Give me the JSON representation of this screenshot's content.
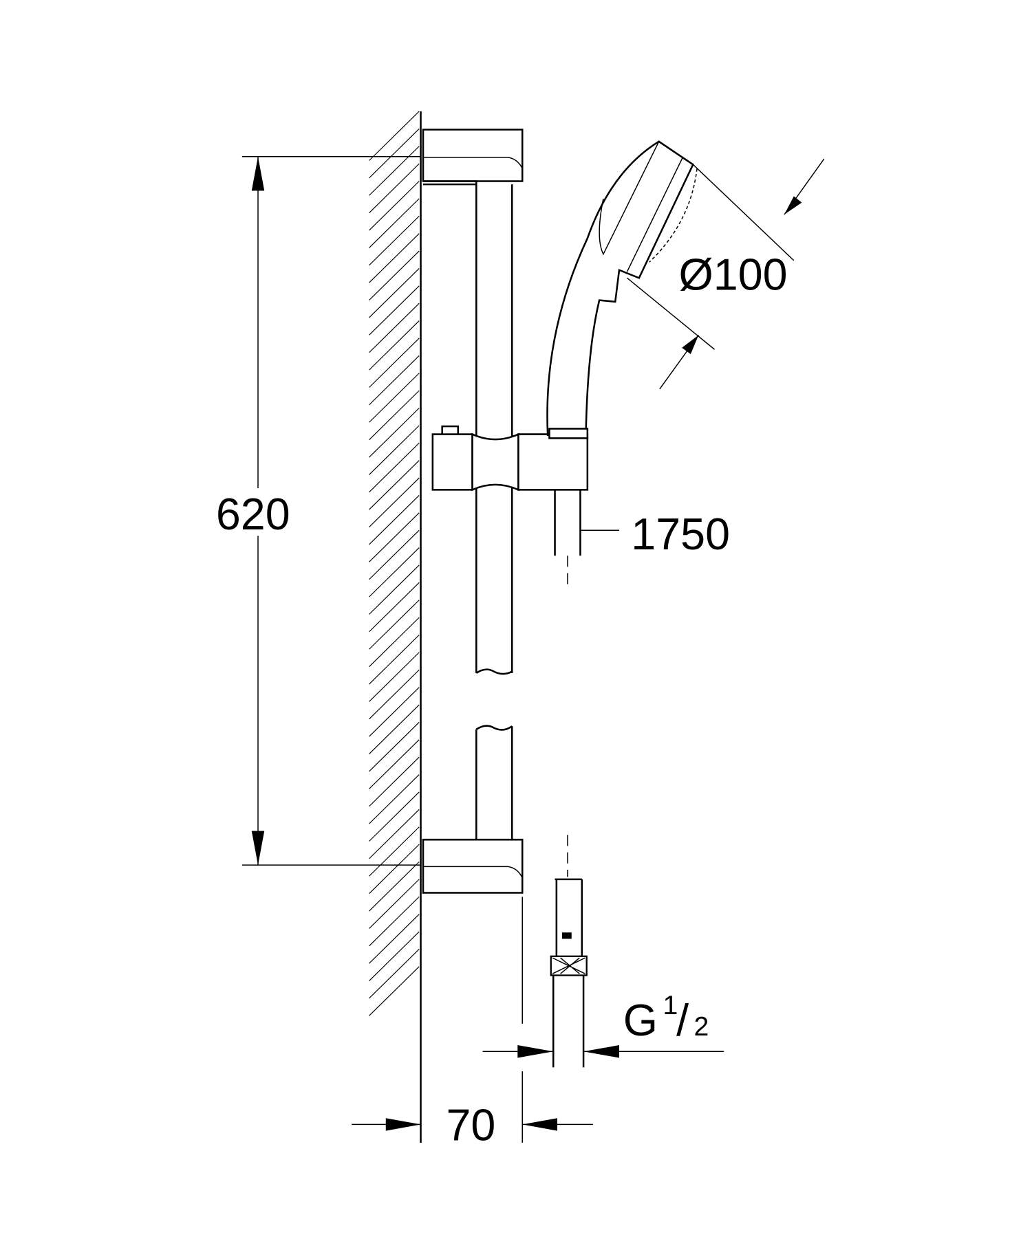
{
  "drawing": {
    "dimensions": {
      "rail_length": "620",
      "head_diameter": "Ø100",
      "hose_length": "1750",
      "wall_offset": "70",
      "thread_main": "G",
      "thread_num": "1",
      "thread_den": "2"
    },
    "line_color": "#000000",
    "background": "#ffffff"
  }
}
